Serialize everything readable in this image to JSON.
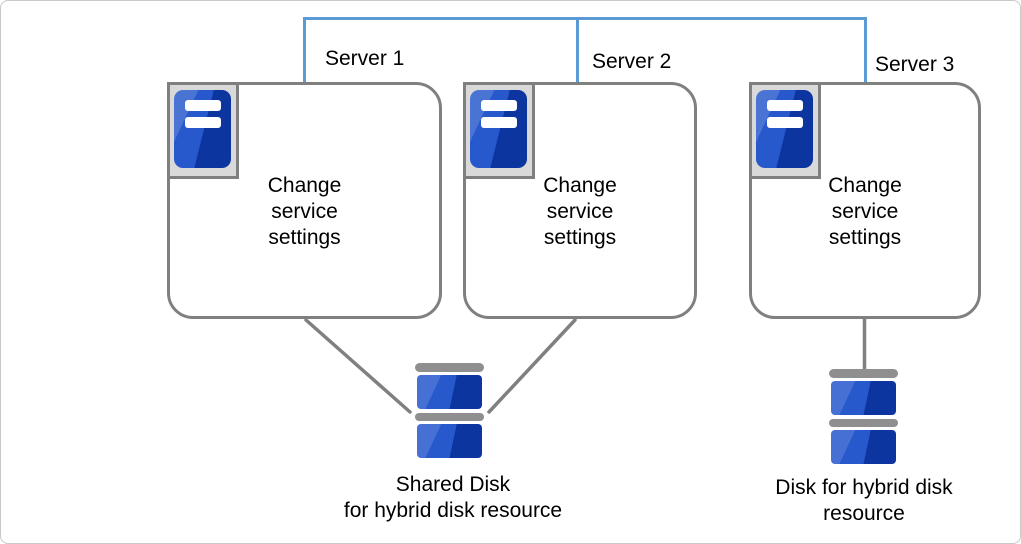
{
  "colors": {
    "network_line": "#5b9bd5",
    "connector_gray": "#808080",
    "box_border": "#808080",
    "icon_frame_fill": "#d9d9d9",
    "icon_frame_border": "#7f7f7f",
    "blue_light": "#2859cc",
    "blue_dark": "#0c35a0",
    "disk_cap_gray": "#8f8f8f",
    "text_color": "#000000",
    "canvas_border": "#c9c9c9"
  },
  "servers": [
    {
      "name": "Server 1",
      "body": "Change\nservice\nsettings",
      "icon": "server-tower-icon"
    },
    {
      "name": "Server 2",
      "body": "Change\nservice\nsettings",
      "icon": "server-tower-icon"
    },
    {
      "name": "Server 3",
      "body": "Change\nservice\nsettings",
      "icon": "server-tower-icon"
    }
  ],
  "disks": [
    {
      "label": "Shared Disk\nfor hybrid disk resource",
      "icon": "disk-stack-icon",
      "connected_to": [
        "Server 1",
        "Server 2"
      ]
    },
    {
      "label": "Disk for hybrid disk\nresource",
      "icon": "disk-stack-icon",
      "connected_to": [
        "Server 3"
      ]
    }
  ]
}
